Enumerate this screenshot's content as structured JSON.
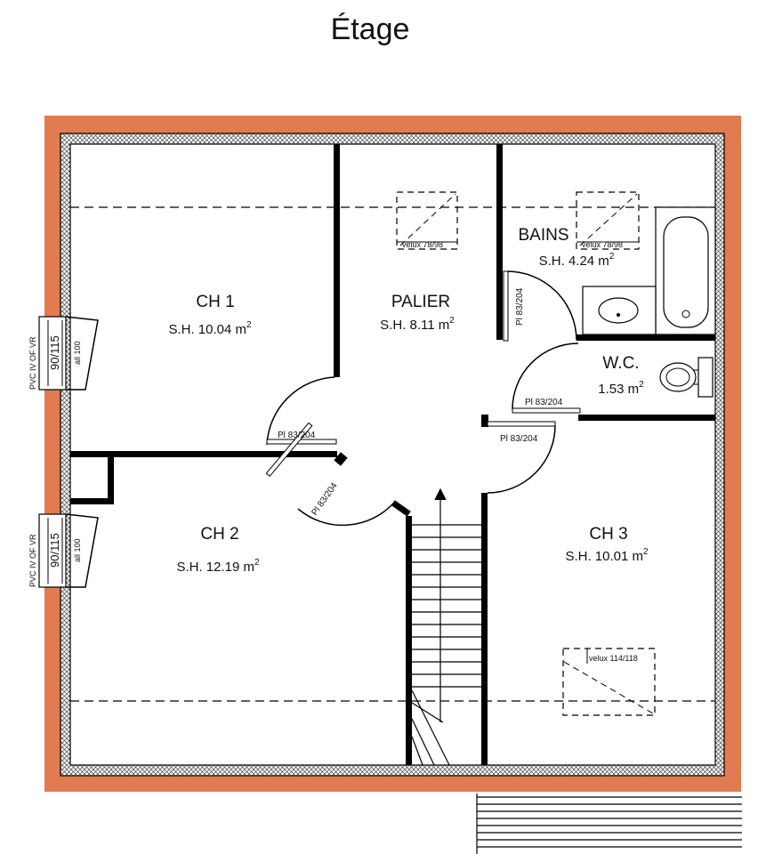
{
  "title": "Étage",
  "rooms": {
    "ch1": {
      "name": "CH 1",
      "area": "S.H. 10.04 m",
      "unit_sup": "2"
    },
    "palier": {
      "name": "PALIER",
      "area": "S.H. 8.11 m",
      "unit_sup": "2"
    },
    "bains": {
      "name": "BAINS",
      "area": "S.H. 4.24 m",
      "unit_sup": "2"
    },
    "wc": {
      "name": "W.C.",
      "area": "1.53 m",
      "unit_sup": "2"
    },
    "ch2": {
      "name": "CH 2",
      "area": "S.H. 12.19 m",
      "unit_sup": "2"
    },
    "ch3": {
      "name": "CH 3",
      "area": "S.H. 10.01 m",
      "unit_sup": "2"
    }
  },
  "doors": {
    "bains": "Pl 83/204",
    "wc": "Pl 83/204",
    "ch1": "Pl 83/204",
    "ch2": "Pl 83/204",
    "ch3": "Pl 83/204"
  },
  "velux": {
    "palier": "velux 78/98",
    "bains": "velux 78/98",
    "ch3": "velux 114/118"
  },
  "windows": {
    "ch1": {
      "spec": "PVC IV OF VR",
      "size": "90/115",
      "allege": "all 100"
    },
    "ch2": {
      "spec": "PVC IV OF VR",
      "size": "90/115",
      "allege": "all 100"
    }
  },
  "colors": {
    "exterior_wall": "#E07B52",
    "wall": "#000000"
  }
}
